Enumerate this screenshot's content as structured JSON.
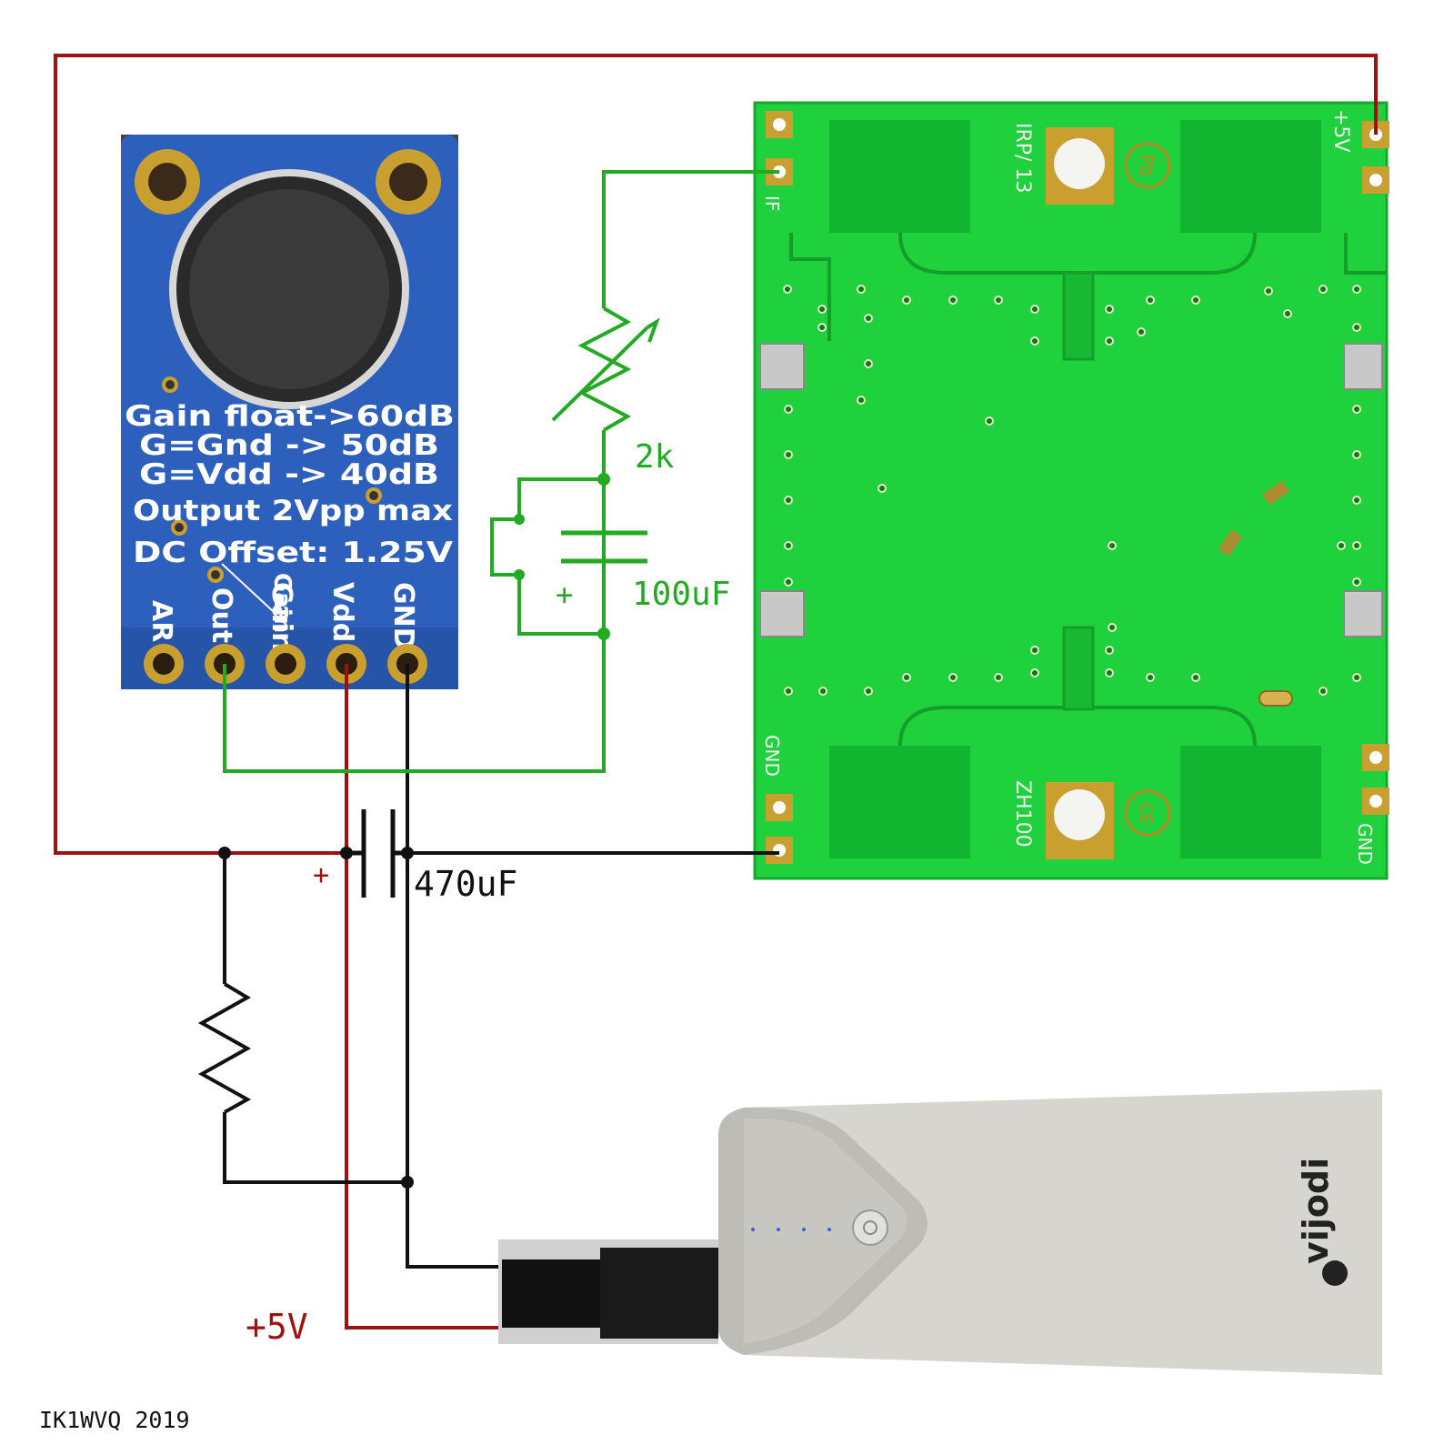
{
  "mic_board": {
    "lines": [
      "Gain float->60dB",
      "G=Gnd -> 50dB",
      "G=Vdd -> 40dB",
      "Output 2Vpp max",
      "DC Offset: 1.25V"
    ],
    "pins": [
      "AR",
      "Out",
      "Gain",
      "Vdd",
      "GND"
    ],
    "gain_trace_label": "Gain"
  },
  "radar_board": {
    "model_top": "IRP/ 13",
    "model_bottom": "ZH100",
    "pin_5v": "+5V",
    "pin_if": "IF",
    "pin_gnd_left": "GND",
    "pin_gnd_right": "GND"
  },
  "components": {
    "trimmer_value": "2k",
    "cap_small_value": "100uF",
    "cap_small_polarity": "+",
    "cap_big_value": "470uF",
    "cap_big_polarity": "+"
  },
  "supply_label": "+5V",
  "powerbank_brand": "vijodi",
  "footer": "IK1WVQ 2019",
  "colors": {
    "red_wire": "#a01010",
    "green_wire": "#22aa22",
    "black_wire": "#111111",
    "mic_board": "#2d5fbd",
    "radar_board": "#1fcf3a"
  }
}
